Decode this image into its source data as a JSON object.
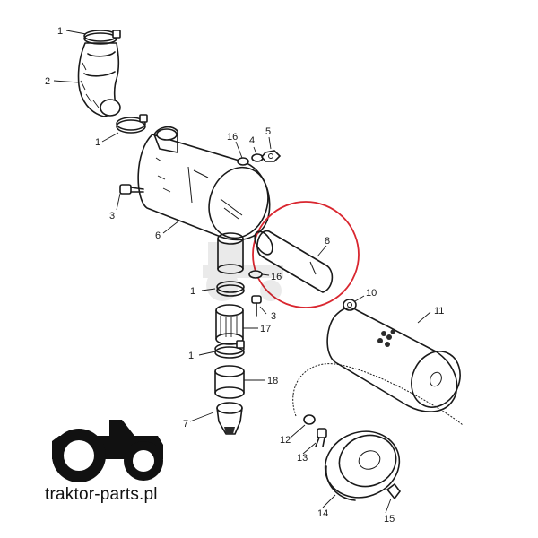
{
  "diagram": {
    "callouts": [
      {
        "id": "c1a",
        "label": "1"
      },
      {
        "id": "c2",
        "label": "2"
      },
      {
        "id": "c1b",
        "label": "1"
      },
      {
        "id": "c16a",
        "label": "16"
      },
      {
        "id": "c4",
        "label": "4"
      },
      {
        "id": "c5",
        "label": "5"
      },
      {
        "id": "c3a",
        "label": "3"
      },
      {
        "id": "c6",
        "label": "6"
      },
      {
        "id": "c8",
        "label": "8"
      },
      {
        "id": "c16b",
        "label": "16"
      },
      {
        "id": "c1c",
        "label": "1"
      },
      {
        "id": "c3b",
        "label": "3"
      },
      {
        "id": "c10",
        "label": "10"
      },
      {
        "id": "c11",
        "label": "11"
      },
      {
        "id": "c17",
        "label": "17"
      },
      {
        "id": "c1d",
        "label": "1"
      },
      {
        "id": "c18",
        "label": "18"
      },
      {
        "id": "c7",
        "label": "7"
      },
      {
        "id": "c12",
        "label": "12"
      },
      {
        "id": "c13",
        "label": "13"
      },
      {
        "id": "c14",
        "label": "14"
      },
      {
        "id": "c15",
        "label": "15"
      }
    ],
    "highlight_color": "#d9262f",
    "ink_color": "#1a1a1a"
  },
  "logo": {
    "text": "traktor-parts.pl",
    "icon": "tractor-icon"
  }
}
